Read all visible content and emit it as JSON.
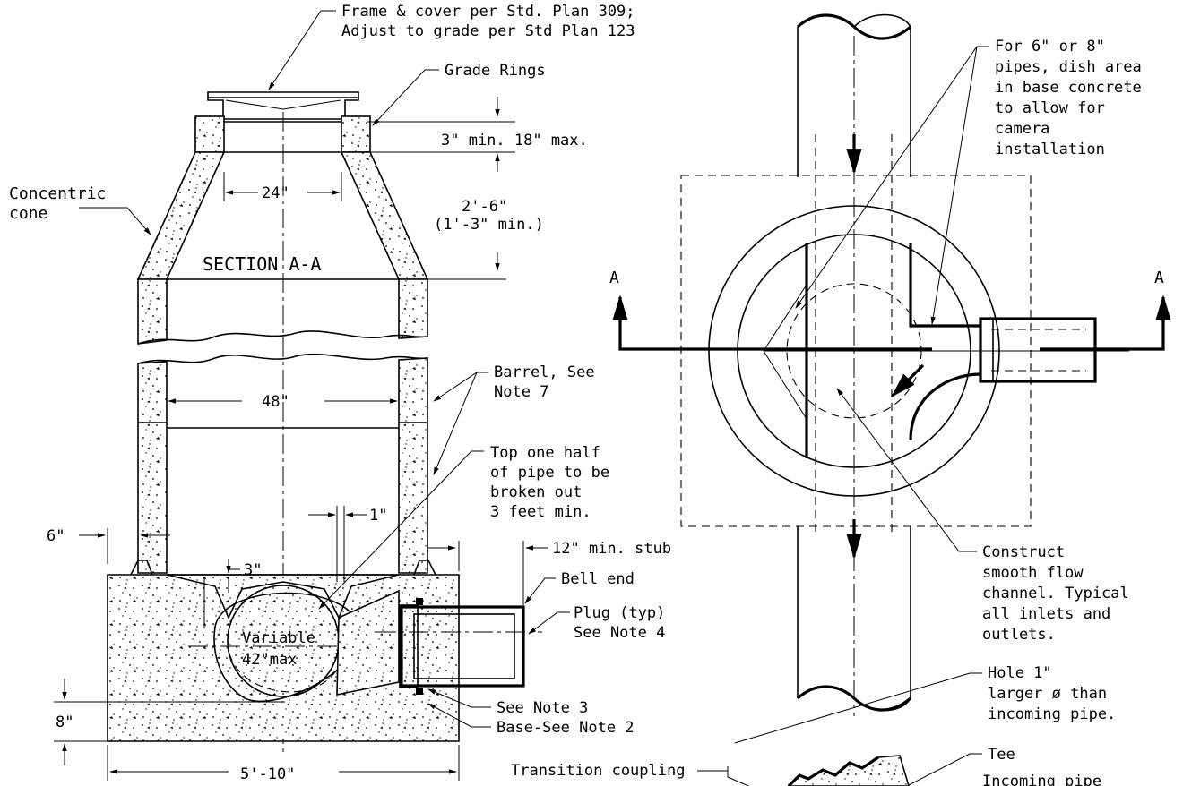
{
  "section": {
    "frame_cover_1": "Frame & cover per Std. Plan 309;",
    "frame_cover_2": "Adjust to grade per Std Plan 123",
    "grade_rings": "Grade Rings",
    "rings_dim": "3\" min. 18\" max.",
    "cone_1": "Concentric",
    "cone_2": "cone",
    "dim_24": "24\"",
    "cone_height_1": "2'-6\"",
    "cone_height_2": "(1'-3\" min.)",
    "section_title": "SECTION A-A",
    "barrel_1": "Barrel, See",
    "barrel_2": "Note 7",
    "dim_48": "48\"",
    "top_half_1": "Top one half",
    "top_half_2": "of pipe to be",
    "top_half_3": "broken out",
    "top_half_4": "3 feet min.",
    "dim_1": "1\"",
    "dim_6": "6\"",
    "dim_3": "3\"",
    "stub": "12\" min. stub",
    "bell_end": "Bell end",
    "plug_1": "Plug (typ)",
    "plug_2": "See Note 4",
    "variable": "Variable",
    "max_42": "42\"max",
    "note3": "See Note 3",
    "base": "Base-See Note 2",
    "dim_8": "8\"",
    "dim_5_10": "5'-10\""
  },
  "plan": {
    "dish_1": "For 6\" or 8\"",
    "dish_2": "pipes, dish area",
    "dish_3": "in base concrete",
    "dish_4": "to allow for",
    "dish_5": "camera",
    "dish_6": "installation",
    "mark_left": "A",
    "mark_right": "A",
    "channel_1": "Construct",
    "channel_2": "smooth flow",
    "channel_3": "channel. Typical",
    "channel_4": "all inlets and",
    "channel_5": "outlets."
  },
  "tap": {
    "hole_1": "Hole 1\"",
    "hole_2": "larger ø than",
    "hole_3": "incoming pipe.",
    "tee": "Tee",
    "transition": "Transition coupling",
    "incoming": "Incoming pipe"
  }
}
